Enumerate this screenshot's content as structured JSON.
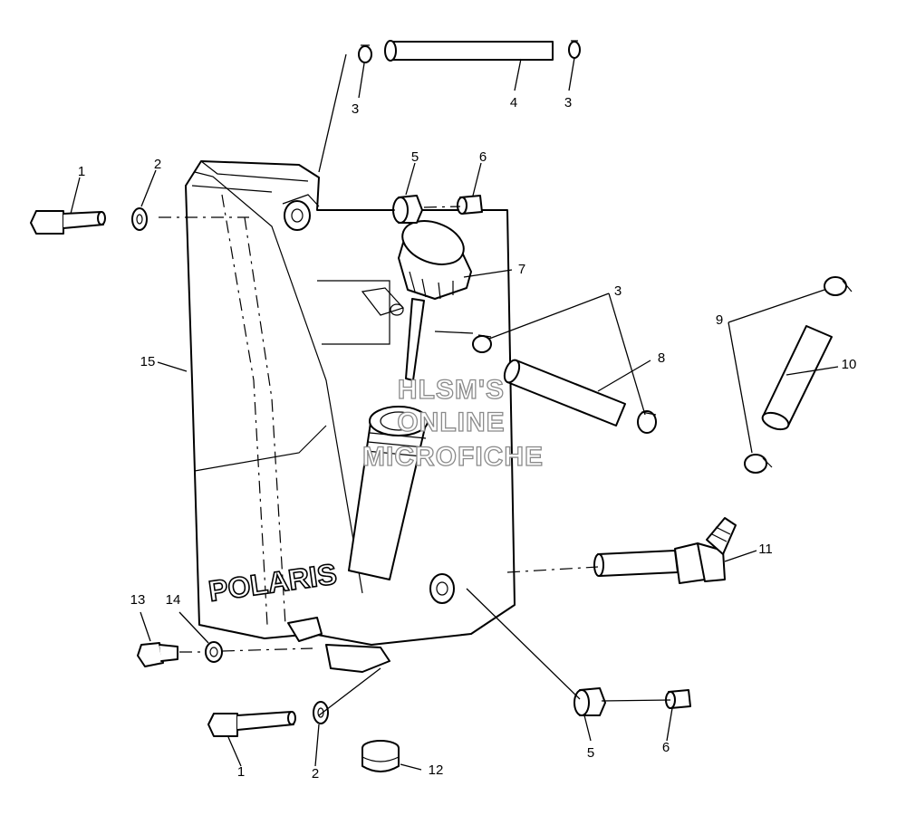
{
  "diagram": {
    "brand_logo": "POLARIS",
    "watermark": [
      "HLSM'S",
      "ONLINE",
      "MICROFICHE"
    ],
    "callouts": [
      {
        "id": "c1a",
        "text": "1"
      },
      {
        "id": "c1b",
        "text": "1"
      },
      {
        "id": "c2a",
        "text": "2"
      },
      {
        "id": "c2b",
        "text": "2"
      },
      {
        "id": "c3a",
        "text": "3"
      },
      {
        "id": "c3b",
        "text": "3"
      },
      {
        "id": "c3c",
        "text": "3"
      },
      {
        "id": "c4",
        "text": "4"
      },
      {
        "id": "c5a",
        "text": "5"
      },
      {
        "id": "c5b",
        "text": "5"
      },
      {
        "id": "c6a",
        "text": "6"
      },
      {
        "id": "c6b",
        "text": "6"
      },
      {
        "id": "c7",
        "text": "7"
      },
      {
        "id": "c8",
        "text": "8"
      },
      {
        "id": "c9",
        "text": "9"
      },
      {
        "id": "c10",
        "text": "10"
      },
      {
        "id": "c11",
        "text": "11"
      },
      {
        "id": "c12",
        "text": "12"
      },
      {
        "id": "c13",
        "text": "13"
      },
      {
        "id": "c14",
        "text": "14"
      },
      {
        "id": "c15",
        "text": "15"
      }
    ]
  }
}
